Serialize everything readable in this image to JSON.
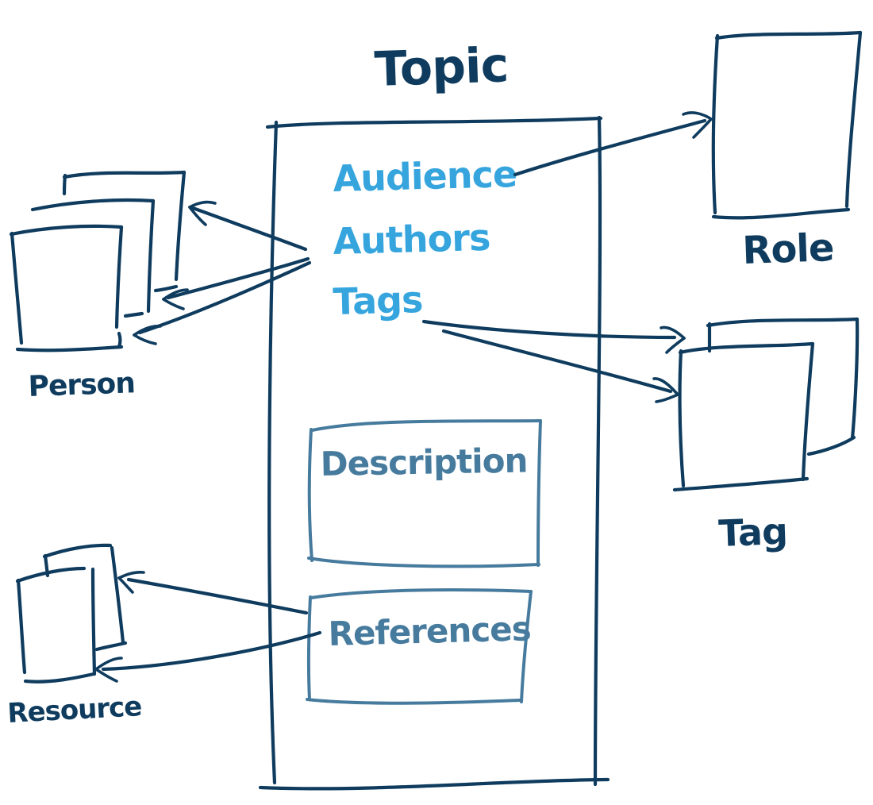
{
  "diagram": {
    "title": "Topic",
    "topic": {
      "attributes": [
        "Audience",
        "Authors",
        "Tags"
      ],
      "sections": [
        "Description",
        "References"
      ]
    },
    "nodes": {
      "role": {
        "label": "Role"
      },
      "person": {
        "label": "Person"
      },
      "tag": {
        "label": "Tag"
      },
      "resource": {
        "label": "Resource"
      }
    },
    "relations": [
      {
        "from": "Audience",
        "to": "Role"
      },
      {
        "from": "Authors",
        "to": "Person"
      },
      {
        "from": "Tags",
        "to": "Tag"
      },
      {
        "from": "References",
        "to": "Resource"
      }
    ]
  },
  "colors": {
    "ink": "#0f3c5e",
    "attribute_text": "#36a5de",
    "section_stroke": "#477b9e",
    "background": "#ffffff"
  }
}
